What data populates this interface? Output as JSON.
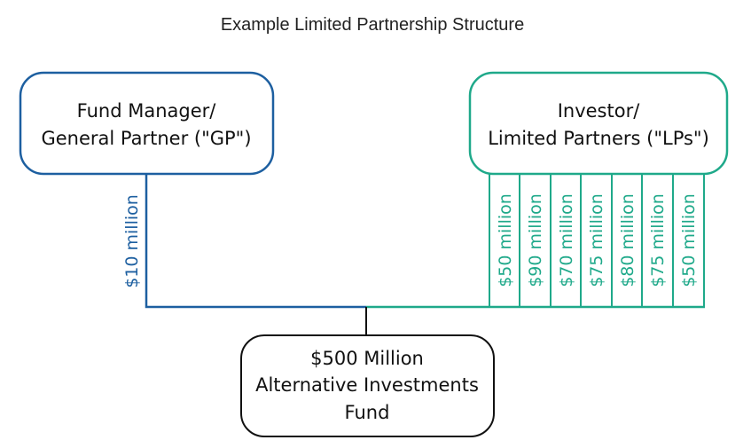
{
  "title": "Example Limited Partnership Structure",
  "colors": {
    "gp": "#1d5fa0",
    "lp": "#1fa98a",
    "fund": "#111111"
  },
  "gp_box": {
    "line1": "Fund Manager/",
    "line2": "General Partner (\"GP\")",
    "contribution": "$10 million"
  },
  "lp_box": {
    "line1": "Investor/",
    "line2": "Limited Partners (\"LPs\")",
    "contributions": [
      "$50 million",
      "$90 million",
      "$70 million",
      "$75 million",
      "$80 million",
      "$75 million",
      "$50 million"
    ]
  },
  "fund_box": {
    "line1": "$500 Million",
    "line2": "Alternative Investments",
    "line3": "Fund"
  }
}
